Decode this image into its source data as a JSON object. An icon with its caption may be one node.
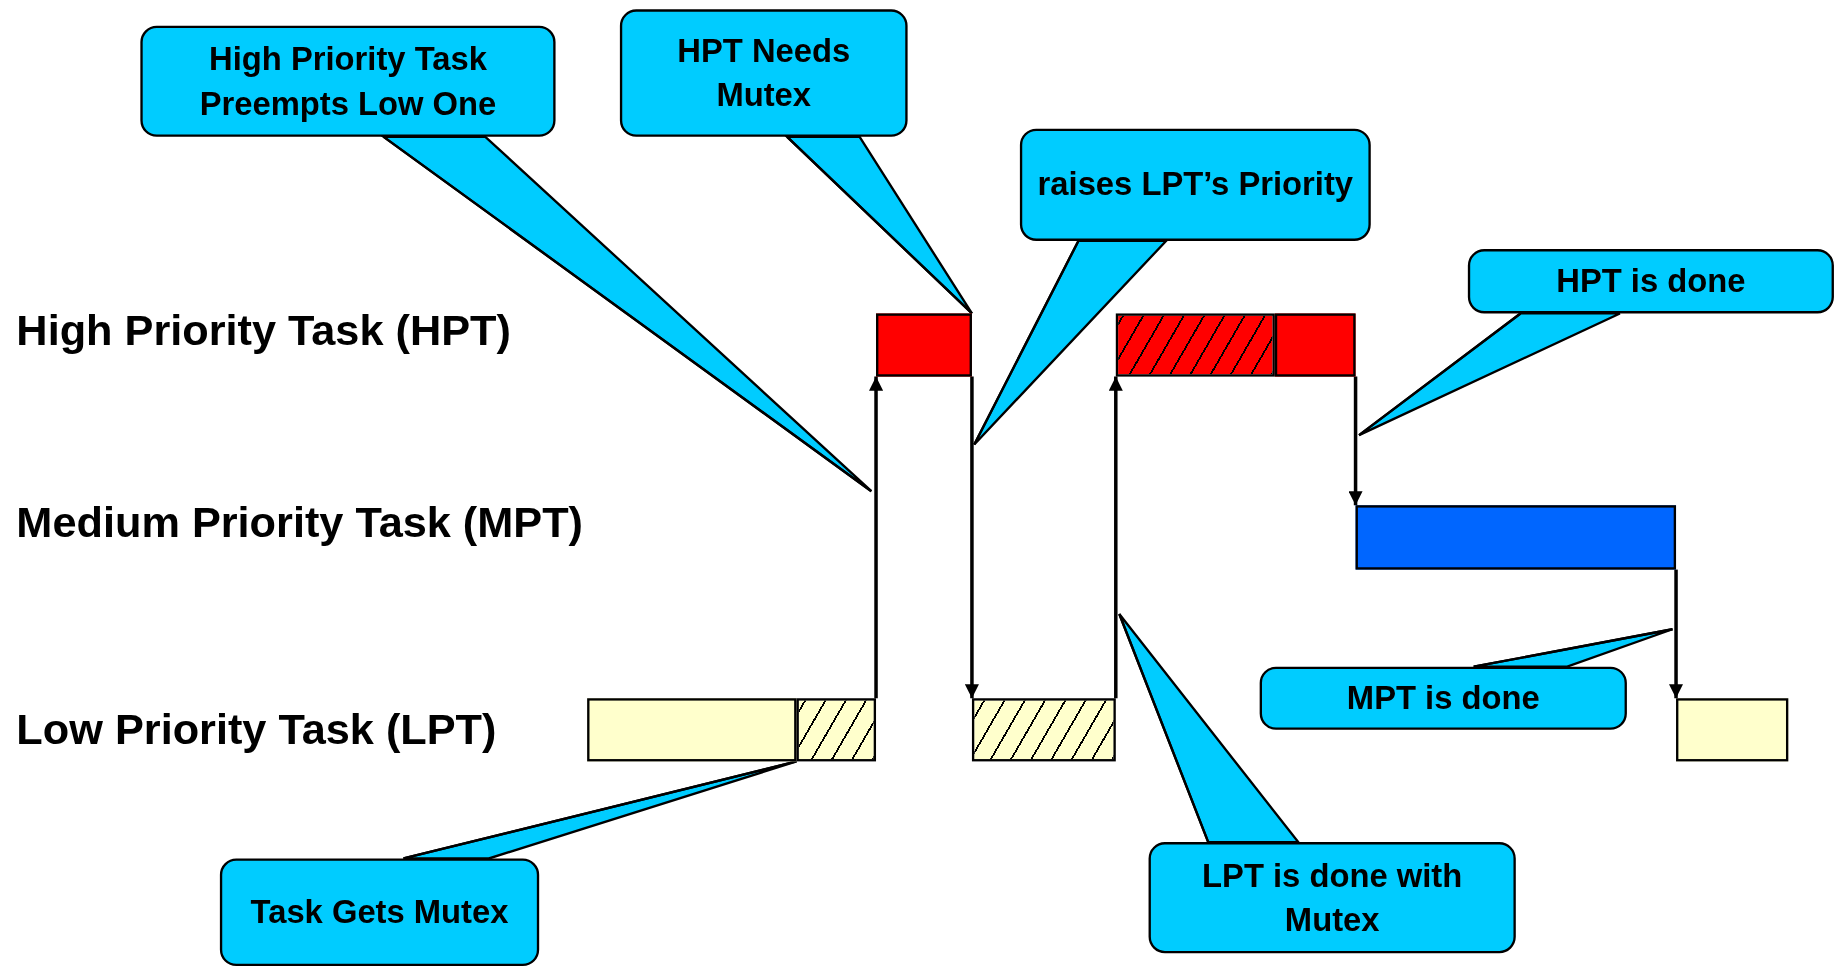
{
  "diagram": {
    "nodes": [
      {
        "text": [
          "High Priority Task Preempts Low One"
        ]
      },
      {
        "text": [
          "HPT Needs Mutex"
        ]
      },
      {
        "text": [
          "raises LPT’s Priority"
        ]
      },
      {
        "text": [
          "HPT is done"
        ]
      },
      {
        "text": [],
        "shape": "bar"
      },
      {
        "text": [],
        "shape": "bar"
      },
      {
        "text": [],
        "shape": "bar"
      },
      {
        "text": [],
        "shape": "bar"
      },
      {
        "text": [
          "MPT is done"
        ]
      },
      {
        "text": [],
        "shape": "bar"
      },
      {
        "text": [],
        "shape": "bar"
      },
      {
        "text": [],
        "shape": "bar"
      },
      {
        "text": [],
        "shape": "bar"
      },
      {
        "text": [
          "Task Gets Mutex"
        ]
      },
      {
        "text": [
          "LPT is done with Mutex"
        ]
      }
    ],
    "edges": [
      {
        "from": 10,
        "to": 4,
        "arrow": "to"
      },
      {
        "from": 4,
        "to": 11,
        "arrow": "to"
      },
      {
        "from": 11,
        "to": 5,
        "arrow": "to"
      },
      {
        "from": 6,
        "to": 7,
        "arrow": "to"
      },
      {
        "from": 7,
        "to": 12,
        "arrow": "to"
      },
      {
        "from": 0,
        "to": null,
        "arrow": "none"
      },
      {
        "from": 1,
        "to": 4,
        "arrow": "none"
      },
      {
        "from": 2,
        "to": null,
        "arrow": "none"
      },
      {
        "from": 3,
        "to": null,
        "arrow": "none"
      },
      {
        "from": 8,
        "to": null,
        "arrow": "none"
      },
      {
        "from": 13,
        "to": 10,
        "arrow": "none"
      },
      {
        "from": 14,
        "to": null,
        "arrow": "none"
      }
    ],
    "labels": [
      "High Priority Task (HPT)",
      "Medium Priority Task (MPT)",
      "Low Priority Task (LPT)"
    ]
  }
}
